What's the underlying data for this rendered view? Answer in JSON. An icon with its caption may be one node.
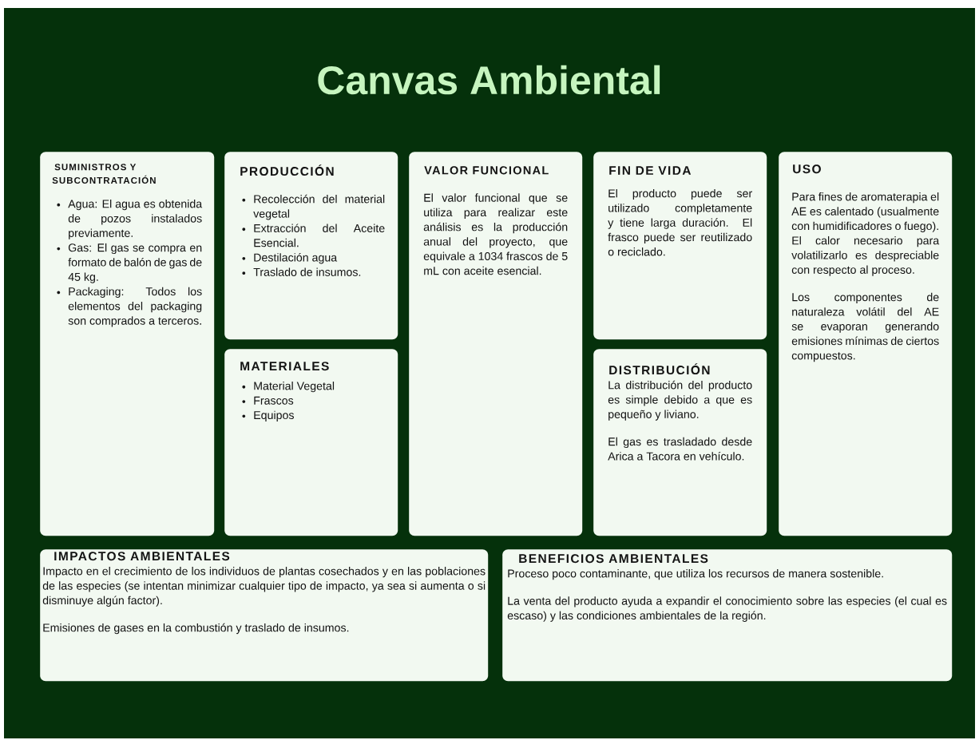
{
  "diagram": {
    "title": "Canvas Ambiental",
    "nodes": [
      {
        "text": [
          "SUMINISTROS Y SUBCONTRATACIÓN",
          "Agua: El agua es obtenida de pozos instalados previamente.",
          "Gas: El gas se compra en formato de balón de gas de 45 kg.",
          "Packaging: Todos los elementos del packaging son comprados a terceros."
        ]
      },
      {
        "text": [
          "PRODUCCIÓN",
          "Recolección del material vegetal",
          "Extracción del Aceite Esencial.",
          "Destilación agua",
          "Traslado de insumos."
        ]
      },
      {
        "text": [
          "MATERIALES",
          "Material Vegetal",
          "Frascos",
          "Equipos"
        ]
      },
      {
        "text": [
          "VALOR FUNCIONAL",
          "El valor funcional que se utiliza para realizar este análisis es la producción anual del proyecto, que equivale a 1034 frascos de 5 mL con aceite esencial."
        ]
      },
      {
        "text": [
          "FIN DE VIDA",
          "El producto puede ser utilizado completamente y tiene larga duración. El frasco puede ser reutilizado o reciclado."
        ]
      },
      {
        "text": [
          "DISTRIBUCIÓN",
          "La distribución del producto es simple debido a que es pequeño y liviano.",
          "El gas es trasladado desde Arica a Tacora en vehículo."
        ]
      },
      {
        "text": [
          "USO",
          "Para fines de aromaterapia el AE es calentado (usualmente con humidificadores o fuego). El calor necesario para volatilizarlo es despreciable con respecto al proceso.",
          "Los componentes de naturaleza volátil del AE se evaporan generando emisiones mínimas de ciertos compuestos."
        ]
      },
      {
        "text": [
          "IMPACTOS AMBIENTALES",
          "Impacto en el crecimiento de los individuos de plantas cosechados y en las poblaciones de las especies (se intentan minimizar cualquier tipo de impacto, ya sea si aumenta o si disminuye algún factor).",
          "Emisiones de gases en la combustión y traslado de insumos."
        ]
      },
      {
        "text": [
          "BENEFICIOS AMBIENTALES",
          "Proceso poco contaminante, que utiliza los recursos de manera sostenible.",
          "La venta del producto ayuda a expandir el conocimiento sobre las especies (el cual es escaso) y las condiciones ambientales de la región."
        ]
      }
    ]
  }
}
